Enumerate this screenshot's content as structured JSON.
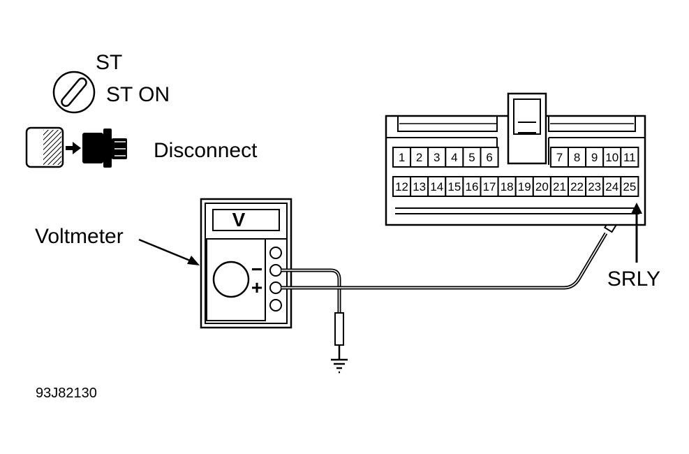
{
  "ignition": {
    "st_label": "ST",
    "on_label": "ST ON"
  },
  "disconnect_label": "Disconnect",
  "voltmeter": {
    "label": "Voltmeter",
    "display_text": "V",
    "minus_sign": "−",
    "plus_sign": "+"
  },
  "connector": {
    "top_row": [
      "1",
      "2",
      "3",
      "4",
      "5",
      "6",
      "7",
      "8",
      "9",
      "10",
      "11"
    ],
    "bottom_row": [
      "12",
      "13",
      "14",
      "15",
      "16",
      "17",
      "18",
      "19",
      "20",
      "21",
      "22",
      "23",
      "24",
      "25"
    ]
  },
  "srly_label": "SRLY",
  "figure_code": "93J82130",
  "colors": {
    "line": "#000000",
    "background": "#ffffff"
  },
  "icons": [
    "ignition-key-icon",
    "connector-plug-icon",
    "arrow-icon",
    "ground-icon"
  ]
}
